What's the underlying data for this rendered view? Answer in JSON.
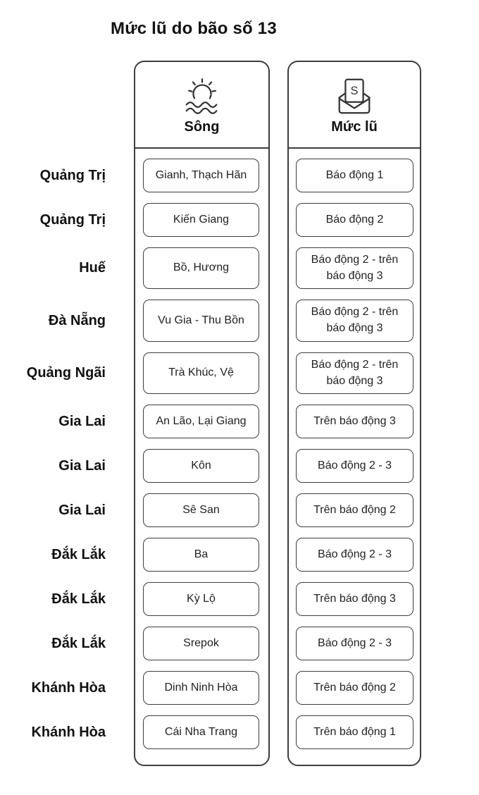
{
  "title": "Mức lũ do bão số 13",
  "columns": {
    "river": {
      "header": "Sông",
      "icon": "sun-over-waves-icon"
    },
    "flood": {
      "header": "Mức lũ",
      "icon": "envelope-letter-icon",
      "icon_glyph": "S"
    }
  },
  "rows": [
    {
      "province": "Quảng Trị",
      "river": "Gianh, Thạch Hãn",
      "flood": "Báo động 1"
    },
    {
      "province": "Quảng Trị",
      "river": "Kiến Giang",
      "flood": "Báo động 2"
    },
    {
      "province": "Huế",
      "river": "Bồ, Hương",
      "flood": "Báo động 2 - trên báo động 3"
    },
    {
      "province": "Đà Nẵng",
      "river": "Vu Gia - Thu Bồn",
      "flood": "Báo động 2 - trên báo động 3"
    },
    {
      "province": "Quảng Ngãi",
      "river": "Trà Khúc, Vệ",
      "flood": "Báo động 2 - trên báo động 3"
    },
    {
      "province": "Gia Lai",
      "river": "An Lão, Lại Giang",
      "flood": "Trên báo động 3"
    },
    {
      "province": "Gia Lai",
      "river": "Kôn",
      "flood": "Báo động 2 - 3"
    },
    {
      "province": "Gia Lai",
      "river": "Sê San",
      "flood": "Trên báo động 2"
    },
    {
      "province": "Đắk Lắk",
      "river": "Ba",
      "flood": "Báo động 2 - 3"
    },
    {
      "province": "Đắk Lắk",
      "river": "Kỳ Lộ",
      "flood": "Trên báo động 3"
    },
    {
      "province": "Đắk Lắk",
      "river": "Srepok",
      "flood": "Báo động 2 - 3"
    },
    {
      "province": "Khánh Hòa",
      "river": "Dinh Ninh Hòa",
      "flood": "Trên báo động 2"
    },
    {
      "province": "Khánh Hòa",
      "river": "Cái Nha Trang",
      "flood": "Trên báo động 1"
    }
  ],
  "colors": {
    "border": "#3d3d3d",
    "text": "#1c1c1c",
    "background": "#ffffff"
  }
}
